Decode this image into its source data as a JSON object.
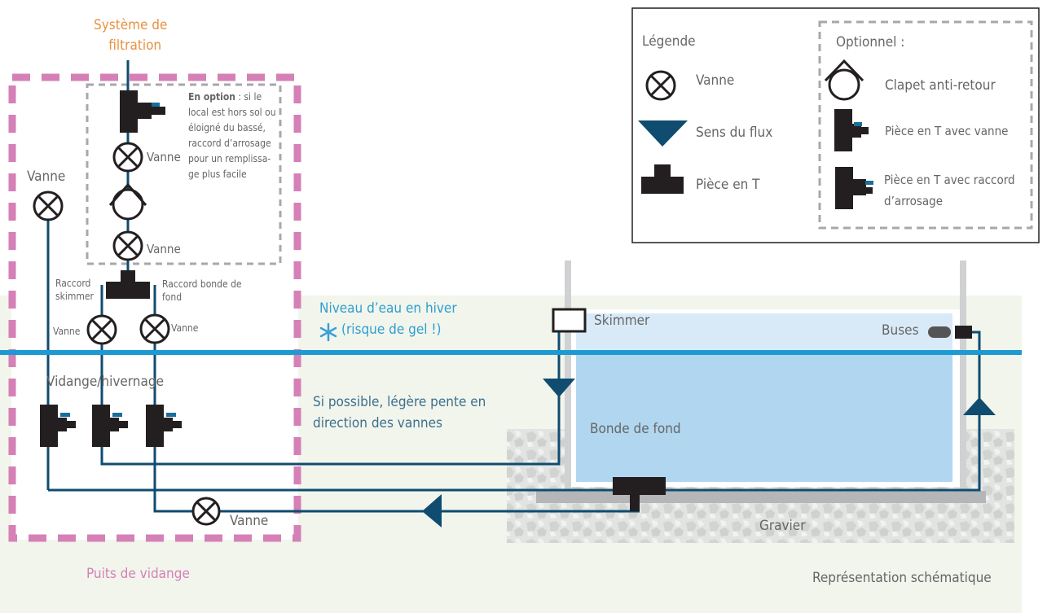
{
  "title_filtration": "Système de filtration",
  "title_filtration_lines": [
    "Système de",
    "filtration"
  ],
  "option_note": {
    "bold": "En option",
    "lines": [
      " : si le",
      "local est hors sol ou",
      "éloigné du bassé,",
      "raccord d’arrosage",
      "pour un remplissa-",
      "ge plus facile"
    ]
  },
  "labels": {
    "vanne": "Vanne",
    "raccord_skimmer": [
      "Raccord",
      "skimmer"
    ],
    "raccord_bonde": [
      "Raccord bonde de",
      "fond"
    ],
    "vidange_hivernage": "Vidange/hivernage",
    "puits_de_vidange": "Puits de vidange",
    "niveau_eau": "Niveau d’eau en hiver",
    "risque_gel": "(risque de gel !)",
    "pente": [
      "Si possible, légère pente en",
      "direction des vannes"
    ],
    "skimmer": "Skimmer",
    "buses": "Buses",
    "bonde_de_fond": "Bonde de fond",
    "gravier": "Gravier",
    "representation": "Représentation schématique"
  },
  "legend": {
    "title": "Légende",
    "items": [
      {
        "icon": "valve-icon",
        "label": "Vanne"
      },
      {
        "icon": "flow-direction-icon",
        "label": "Sens du flux"
      },
      {
        "icon": "tee-piece-icon",
        "label": "Pièce en T"
      }
    ],
    "optional_title": "Optionnel :",
    "optional_items": [
      {
        "icon": "check-valve-icon",
        "label": "Clapet anti-retour"
      },
      {
        "icon": "tee-with-valve-icon",
        "label": "Pièce en T avec vanne"
      },
      {
        "icon": "tee-with-hose-icon",
        "label": [
          "Pièce en T avec raccord",
          "d’arrosage"
        ]
      }
    ]
  },
  "colors": {
    "pipe": "#0f4c70",
    "water_line": "#1e9ad2",
    "pit_border": "#d580b7",
    "option_border": "#a8a8a8",
    "ground": "#f2f5ec",
    "pool_upper": "#d8eaf8",
    "pool_lower": "#b1d6f0",
    "fitting": "#231f20",
    "filtration_label": "#e8913f"
  }
}
